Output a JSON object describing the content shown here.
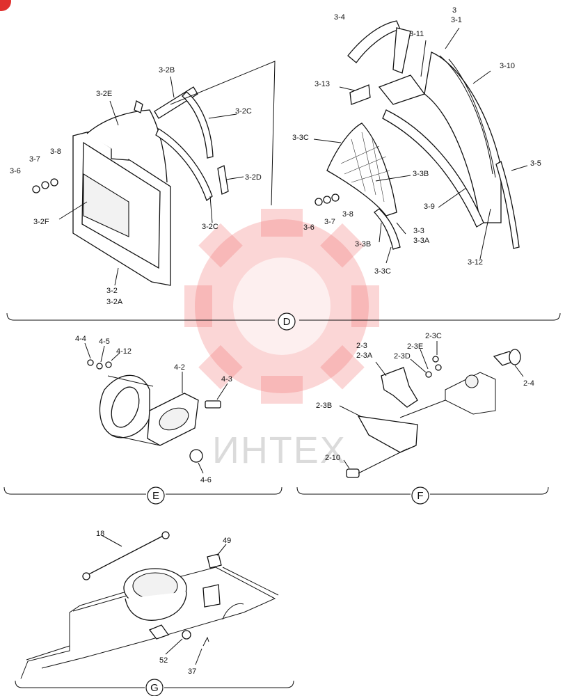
{
  "watermark": {
    "text": "ИНТЕХ",
    "color": "#f26b6b"
  },
  "sections": {
    "D": "D",
    "E": "E",
    "F": "F",
    "G": "G"
  },
  "labels": {
    "l3": "3",
    "l3_1": "3-1",
    "l3_4": "3-4",
    "l3_11": "3-11",
    "l3_10": "3-10",
    "l3_13": "3-13",
    "l3_3C_a": "3-3C",
    "l3_3B_a": "3-3B",
    "l3_9": "3-9",
    "l3_5": "3-5",
    "l3_6b": "3-6",
    "l3_7b": "3-7",
    "l3_8b": "3-8",
    "l3_3": "3-3",
    "l3_3A": "3-3A",
    "l3_3B_b": "3-3B",
    "l3_3C_b": "3-3C",
    "l3_12": "3-12",
    "l3_2B": "3-2B",
    "l3_2E": "3-2E",
    "l3_2C_a": "3-2C",
    "l3_2D": "3-2D",
    "l3_2C_b": "3-2C",
    "l3_7a": "3-7",
    "l3_8a": "3-8",
    "l3_6a": "3-6",
    "l3_2F": "3-2F",
    "l3_2": "3-2",
    "l3_2A": "3-2A",
    "l4_4": "4-4",
    "l4_5": "4-5",
    "l4_12": "4-12",
    "l4_2": "4-2",
    "l4_3": "4-3",
    "l4_6": "4-6",
    "l2_3": "2-3",
    "l2_3A": "2-3A",
    "l2_3E": "2-3E",
    "l2_3C": "2-3C",
    "l2_3D": "2-3D",
    "l2_4": "2-4",
    "l2_3B": "2-3B",
    "l2_10": "2-10",
    "l18": "18",
    "l49": "49",
    "l52": "52",
    "l37": "37"
  }
}
